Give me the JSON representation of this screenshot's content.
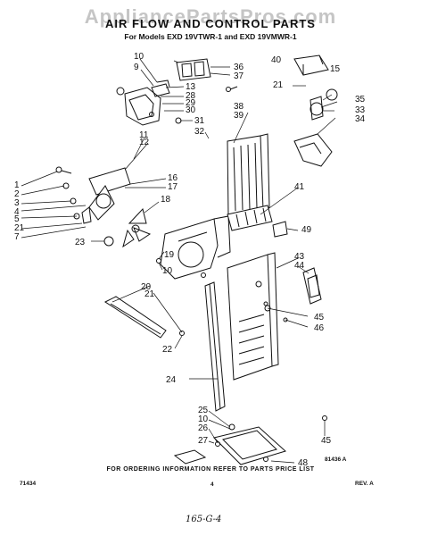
{
  "header": {
    "watermark": "AppliancePartsPros.com",
    "title": "AIR FLOW AND CONTROL PARTS",
    "subtitle": "For Models EXD 19VTWR-1 and EXD 19VMWR-1"
  },
  "labels": {
    "drawing_code": "81436 A",
    "callouts": [
      "10",
      "9",
      "36",
      "37",
      "13",
      "28",
      "29",
      "30",
      "31",
      "32",
      "11",
      "12",
      "38",
      "39",
      "40",
      "15",
      "21",
      "35",
      "33",
      "34",
      "16",
      "17",
      "18",
      "1",
      "2",
      "3",
      "4",
      "5",
      "21",
      "7",
      "23",
      "19",
      "10",
      "41",
      "49",
      "43",
      "44",
      "45",
      "46",
      "20",
      "21",
      "22",
      "24",
      "25",
      "10",
      "26",
      "27",
      "45",
      "48"
    ]
  },
  "footer": {
    "note": "FOR ORDERING INFORMATION REFER TO PARTS PRICE LIST",
    "left_code": "71434",
    "page_number": "4",
    "revision": "REV. A",
    "handwritten": "165-G-4"
  }
}
